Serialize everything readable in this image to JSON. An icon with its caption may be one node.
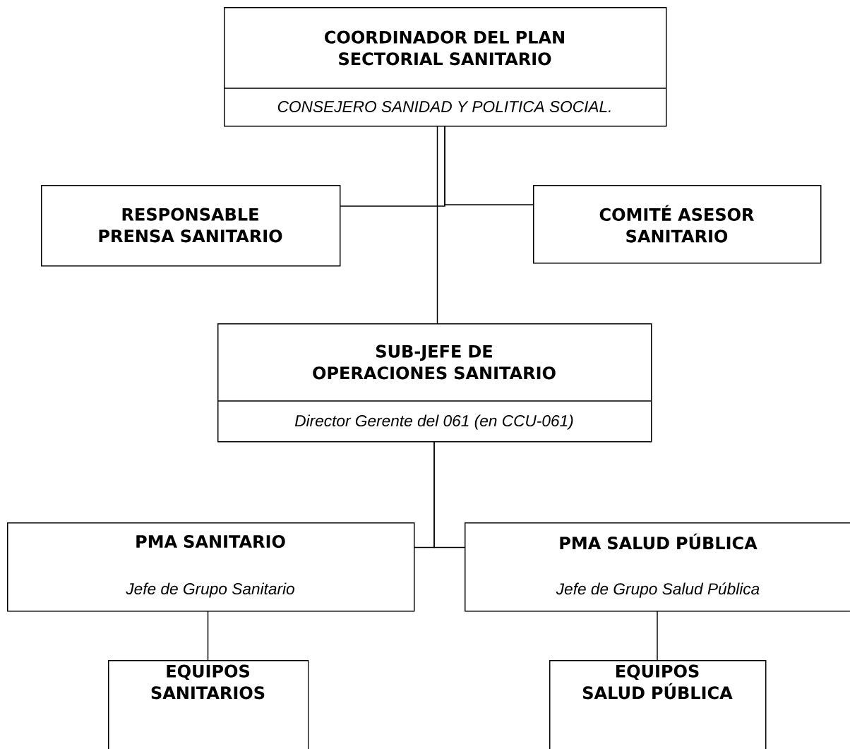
{
  "diagram": {
    "nodes": [
      {
        "text": [
          "COORDINADOR DEL PLAN SECTORIAL SANITARIO",
          "CONSEJERO SANIDAD Y POLITICA SOCIAL."
        ]
      },
      {
        "text": [
          "RESPONSABLE PRENSA SANITARIO"
        ]
      },
      {
        "text": [
          "COMITÉ ASESOR SANITARIO"
        ]
      },
      {
        "text": [
          "SUB-JEFE DE OPERACIONES SANITARIO",
          "Director Gerente del 061 (en CCU-061)"
        ]
      },
      {
        "text": [
          "PMA SANITARIO",
          "Jefe de Grupo Sanitario"
        ]
      },
      {
        "text": [
          "PMA SALUD PÚBLICA",
          "Jefe de Grupo Salud Pública"
        ]
      },
      {
        "text": [
          "EQUIPOS SANITARIOS"
        ]
      },
      {
        "text": [
          "EQUIPOS SALUD PÚBLICA"
        ]
      }
    ],
    "edges": [
      {
        "from": 0,
        "to": 1,
        "arrow": "none"
      },
      {
        "from": 0,
        "to": 2,
        "arrow": "none"
      },
      {
        "from": 0,
        "to": 3,
        "arrow": "none"
      },
      {
        "from": 3,
        "to": 4,
        "arrow": "none"
      },
      {
        "from": 3,
        "to": 5,
        "arrow": "none"
      },
      {
        "from": 4,
        "to": 6,
        "arrow": "none"
      },
      {
        "from": 5,
        "to": 7,
        "arrow": "none"
      }
    ]
  }
}
